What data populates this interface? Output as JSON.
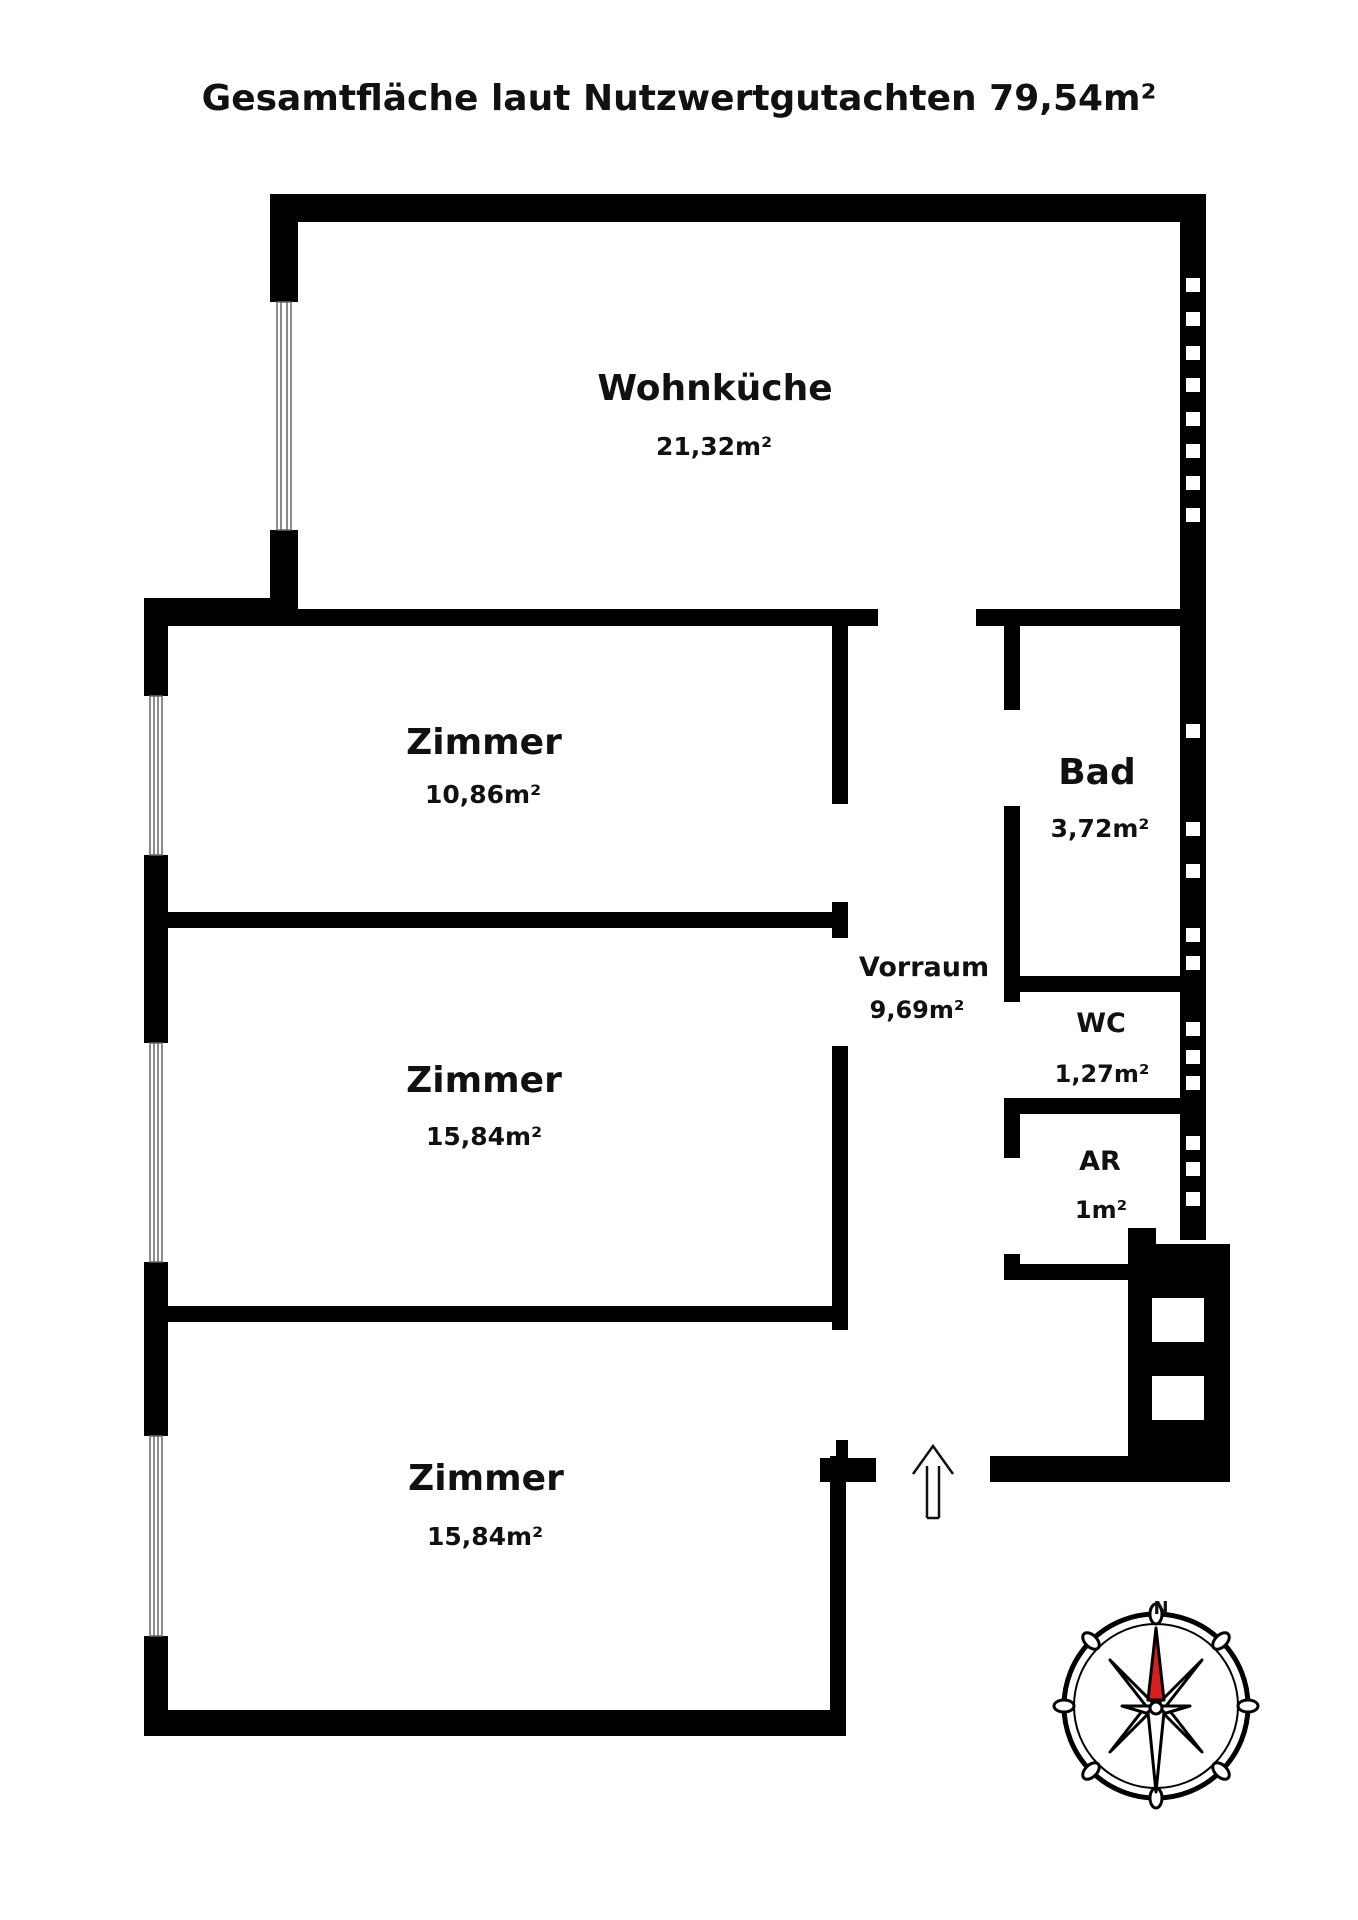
{
  "title": "Gesamtfläche laut Nutzwertgutachten 79,54m²",
  "rooms": [
    {
      "name": "Wohnküche",
      "area": "21,32m²"
    },
    {
      "name": "Zimmer",
      "area": "10,86m²"
    },
    {
      "name": "Zimmer",
      "area": "15,84m²"
    },
    {
      "name": "Zimmer",
      "area": "15,84m²"
    },
    {
      "name": "Bad",
      "area": "3,72m²"
    },
    {
      "name": "Vorraum",
      "area": "9,69m²"
    },
    {
      "name": "WC",
      "area": "1,27m²"
    },
    {
      "name": "AR",
      "area": "1m²"
    }
  ],
  "compass": {
    "north_label": "N",
    "needle_color": "#d81e1e"
  },
  "colors": {
    "wall": "#000000",
    "background": "#ffffff"
  }
}
